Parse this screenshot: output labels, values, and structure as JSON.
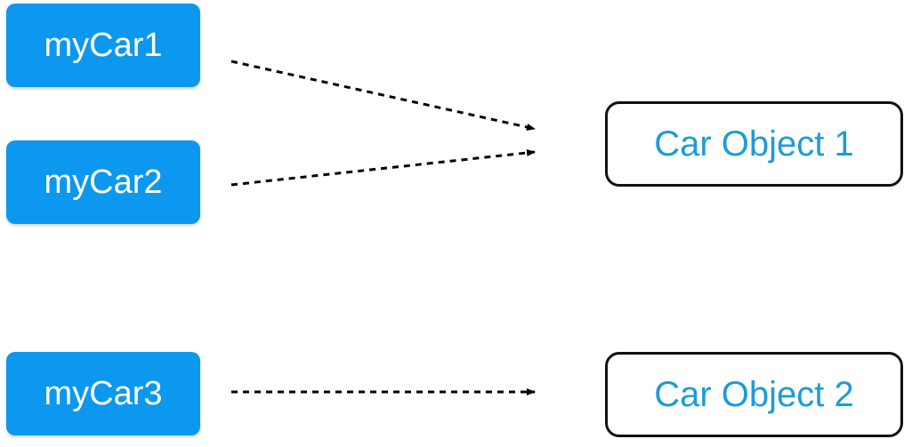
{
  "references": [
    {
      "label": "myCar1"
    },
    {
      "label": "myCar2"
    },
    {
      "label": "myCar3"
    }
  ],
  "objects": [
    {
      "label": "Car Object 1"
    },
    {
      "label": "Car Object 2"
    }
  ],
  "links": [
    {
      "from": "myCar1",
      "to": "Car Object 1"
    },
    {
      "from": "myCar2",
      "to": "Car Object 1"
    },
    {
      "from": "myCar3",
      "to": "Car Object 2"
    }
  ],
  "colors": {
    "reference_fill": "#0c98ee",
    "reference_text": "#ffffff",
    "object_text": "#1d9bd9",
    "object_border": "#111111",
    "arrow": "#000000"
  }
}
